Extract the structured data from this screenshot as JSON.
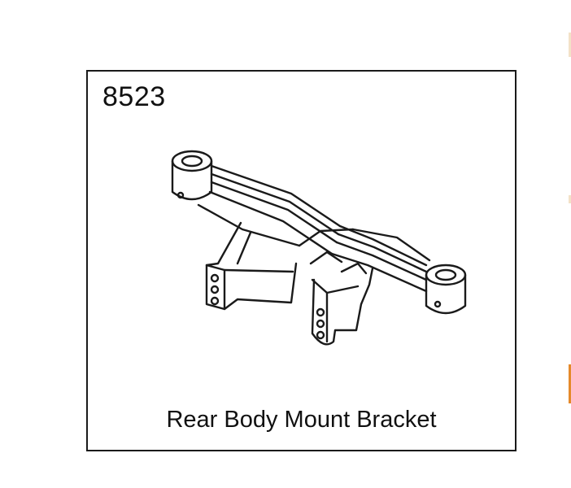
{
  "sheet": {
    "part_number": "8523",
    "part_name": "Rear Body Mount Bracket"
  },
  "colors": {
    "line": "#1a1a1a",
    "background": "#ffffff",
    "edge_accent": "#e58a2b"
  },
  "icons": {
    "drawing": "bracket-line-drawing"
  }
}
